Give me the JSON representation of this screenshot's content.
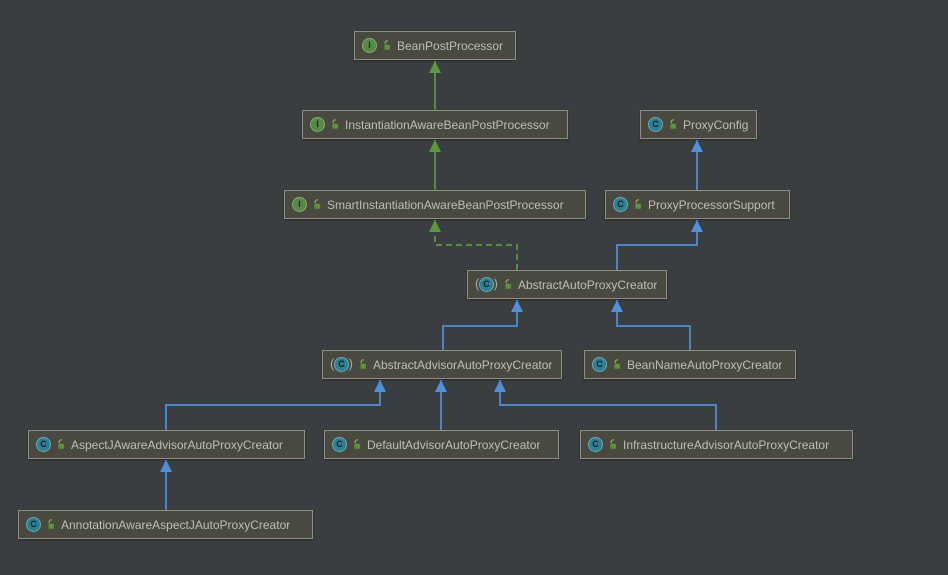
{
  "app": "IntelliJ IDEA UML class diagram",
  "colors": {
    "background": "#3b3e40",
    "node_fill": "#4a4940",
    "node_border": "#8f8e83",
    "node_text": "#bdbdbd",
    "edge_green": "#5b9a41",
    "edge_blue": "#4f90da",
    "icon_interface": "#548a45",
    "icon_class": "#2d7f91",
    "icon_lock_body": "#5f9141",
    "icon_lock_shackle": "#8fae4a"
  },
  "nodes": [
    {
      "label": "BeanPostProcessor",
      "kind": "interface",
      "type_icon": "interface-icon",
      "modifier_icon": "public-lock-icon"
    },
    {
      "label": "InstantiationAwareBeanPostProcessor",
      "kind": "interface",
      "type_icon": "interface-icon",
      "modifier_icon": "public-lock-icon"
    },
    {
      "label": "SmartInstantiationAwareBeanPostProcessor",
      "kind": "interface",
      "type_icon": "interface-icon",
      "modifier_icon": "public-lock-icon"
    },
    {
      "label": "ProxyConfig",
      "kind": "class",
      "type_icon": "class-icon",
      "modifier_icon": "public-lock-icon"
    },
    {
      "label": "ProxyProcessorSupport",
      "kind": "class",
      "type_icon": "class-icon",
      "modifier_icon": "public-lock-icon"
    },
    {
      "label": "AbstractAutoProxyCreator",
      "kind": "abstract-class",
      "type_icon": "abstract-class-icon",
      "modifier_icon": "public-lock-icon"
    },
    {
      "label": "AbstractAdvisorAutoProxyCreator",
      "kind": "abstract-class",
      "type_icon": "abstract-class-icon",
      "modifier_icon": "public-lock-icon"
    },
    {
      "label": "BeanNameAutoProxyCreator",
      "kind": "class",
      "type_icon": "class-icon",
      "modifier_icon": "public-lock-icon"
    },
    {
      "label": "AspectJAwareAdvisorAutoProxyCreator",
      "kind": "class",
      "type_icon": "class-icon",
      "modifier_icon": "public-lock-icon"
    },
    {
      "label": "DefaultAdvisorAutoProxyCreator",
      "kind": "class",
      "type_icon": "class-icon",
      "modifier_icon": "public-lock-icon"
    },
    {
      "label": "InfrastructureAdvisorAutoProxyCreator",
      "kind": "class",
      "type_icon": "class-icon",
      "modifier_icon": "public-lock-icon"
    },
    {
      "label": "AnnotationAwareAspectJAutoProxyCreator",
      "kind": "class",
      "type_icon": "class-icon",
      "modifier_icon": "public-lock-icon"
    }
  ],
  "edges": [
    {
      "from": "InstantiationAwareBeanPostProcessor",
      "to": "BeanPostProcessor",
      "relation": "extends",
      "line": "solid",
      "color": "green"
    },
    {
      "from": "SmartInstantiationAwareBeanPostProcessor",
      "to": "InstantiationAwareBeanPostProcessor",
      "relation": "extends",
      "line": "solid",
      "color": "green"
    },
    {
      "from": "AbstractAutoProxyCreator",
      "to": "SmartInstantiationAwareBeanPostProcessor",
      "relation": "implements",
      "line": "dashed",
      "color": "green"
    },
    {
      "from": "ProxyProcessorSupport",
      "to": "ProxyConfig",
      "relation": "extends",
      "line": "solid",
      "color": "blue"
    },
    {
      "from": "AbstractAutoProxyCreator",
      "to": "ProxyProcessorSupport",
      "relation": "extends",
      "line": "solid",
      "color": "blue"
    },
    {
      "from": "AbstractAdvisorAutoProxyCreator",
      "to": "AbstractAutoProxyCreator",
      "relation": "extends",
      "line": "solid",
      "color": "blue"
    },
    {
      "from": "BeanNameAutoProxyCreator",
      "to": "AbstractAutoProxyCreator",
      "relation": "extends",
      "line": "solid",
      "color": "blue"
    },
    {
      "from": "AspectJAwareAdvisorAutoProxyCreator",
      "to": "AbstractAdvisorAutoProxyCreator",
      "relation": "extends",
      "line": "solid",
      "color": "blue"
    },
    {
      "from": "DefaultAdvisorAutoProxyCreator",
      "to": "AbstractAdvisorAutoProxyCreator",
      "relation": "extends",
      "line": "solid",
      "color": "blue"
    },
    {
      "from": "InfrastructureAdvisorAutoProxyCreator",
      "to": "AbstractAdvisorAutoProxyCreator",
      "relation": "extends",
      "line": "solid",
      "color": "blue"
    },
    {
      "from": "AnnotationAwareAspectJAutoProxyCreator",
      "to": "AspectJAwareAdvisorAutoProxyCreator",
      "relation": "extends",
      "line": "solid",
      "color": "blue"
    }
  ]
}
